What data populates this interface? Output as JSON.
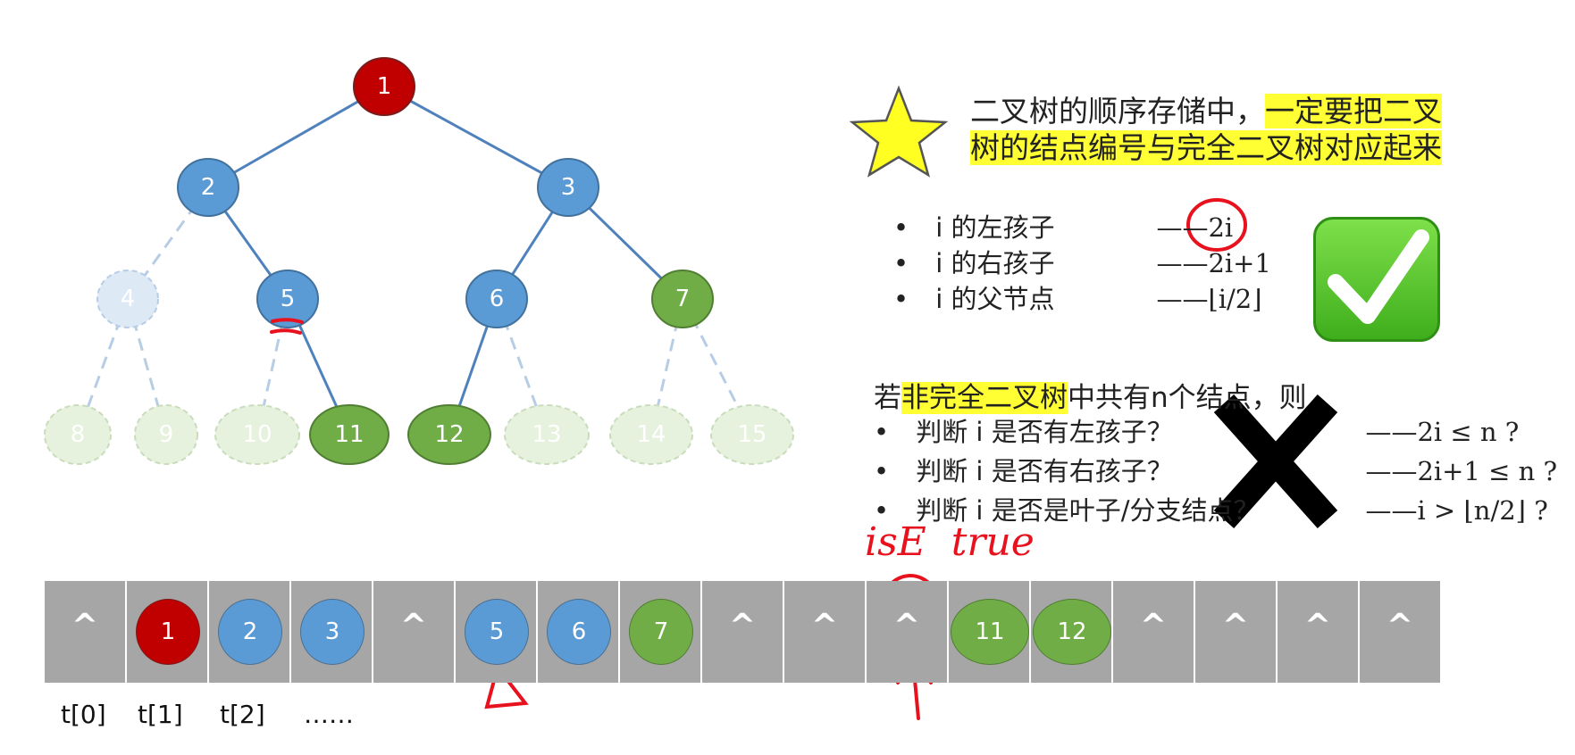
{
  "colors": {
    "red_node": "#c00000",
    "blue_node": "#5b9bd5",
    "green_node": "#70ad47",
    "faded_blue_node": "#dde9f5",
    "faded_green_node": "#e6f2dd",
    "edge": "#4f81bd",
    "highlight": "#ffff33",
    "array_cell": "#a6a6a6",
    "annotation_red": "#e8111e"
  },
  "tree": {
    "nodes": [
      {
        "label": "1",
        "style": "red"
      },
      {
        "label": "2",
        "style": "blue"
      },
      {
        "label": "3",
        "style": "blue"
      },
      {
        "label": "4",
        "style": "faded-blue"
      },
      {
        "label": "5",
        "style": "blue"
      },
      {
        "label": "6",
        "style": "blue"
      },
      {
        "label": "7",
        "style": "green"
      },
      {
        "label": "8",
        "style": "faded-green"
      },
      {
        "label": "9",
        "style": "faded-green"
      },
      {
        "label": "10",
        "style": "faded-green"
      },
      {
        "label": "11",
        "style": "green"
      },
      {
        "label": "12",
        "style": "green"
      },
      {
        "label": "13",
        "style": "faded-green"
      },
      {
        "label": "14",
        "style": "faded-green"
      },
      {
        "label": "15",
        "style": "faded-green"
      }
    ],
    "edges": [
      {
        "from": "1",
        "to": "2",
        "style": "solid"
      },
      {
        "from": "1",
        "to": "3",
        "style": "solid"
      },
      {
        "from": "2",
        "to": "4",
        "style": "dashed"
      },
      {
        "from": "2",
        "to": "5",
        "style": "solid"
      },
      {
        "from": "3",
        "to": "6",
        "style": "solid"
      },
      {
        "from": "3",
        "to": "7",
        "style": "solid"
      },
      {
        "from": "4",
        "to": "8",
        "style": "dashed"
      },
      {
        "from": "4",
        "to": "9",
        "style": "dashed"
      },
      {
        "from": "5",
        "to": "10",
        "style": "dashed"
      },
      {
        "from": "5",
        "to": "11",
        "style": "solid"
      },
      {
        "from": "6",
        "to": "12",
        "style": "solid"
      },
      {
        "from": "6",
        "to": "13",
        "style": "dashed"
      },
      {
        "from": "7",
        "to": "14",
        "style": "dashed"
      },
      {
        "from": "7",
        "to": "15",
        "style": "dashed"
      }
    ]
  },
  "title": {
    "line1_plain": "二叉树的顺序存储中，",
    "line1_highlight": "一定要把二叉",
    "line2_highlight": "树的结点编号与完全二叉树对应起来"
  },
  "star_icon": "star-icon",
  "rules": [
    {
      "bullet": "•",
      "label": "i 的左孩子",
      "formula": "——2i"
    },
    {
      "bullet": "•",
      "label": "i 的右孩子",
      "formula": "——2i+1"
    },
    {
      "bullet": "•",
      "label": "i 的父节点",
      "formula": "——⌊i/2⌋"
    }
  ],
  "check_icon": "check-mark-icon",
  "condition": {
    "prefix": "若",
    "highlight": "非完全二叉树",
    "suffix": "中共有n个结点，则"
  },
  "questions": [
    {
      "bullet": "•",
      "label": "判断 i 是否有左孩子？",
      "formula": "——2i ≤ n ?"
    },
    {
      "bullet": "•",
      "label": "判断 i 是否有右孩子？",
      "formula": "——2i+1 ≤ n ?"
    },
    {
      "bullet": "•",
      "label": "判断 i 是否是叶子/分支结点？",
      "formula": "——i > ⌊n/2⌋ ?"
    }
  ],
  "cross_icon": "cross-icon",
  "annotation": {
    "handwritten": "isE  true"
  },
  "array_cells": [
    {
      "kind": "caret",
      "text": "^"
    },
    {
      "kind": "node",
      "text": "1",
      "style": "red"
    },
    {
      "kind": "node",
      "text": "2",
      "style": "blue"
    },
    {
      "kind": "node",
      "text": "3",
      "style": "blue"
    },
    {
      "kind": "caret",
      "text": "^"
    },
    {
      "kind": "node",
      "text": "5",
      "style": "blue"
    },
    {
      "kind": "node",
      "text": "6",
      "style": "blue"
    },
    {
      "kind": "node",
      "text": "7",
      "style": "green"
    },
    {
      "kind": "caret",
      "text": "^"
    },
    {
      "kind": "caret",
      "text": "^"
    },
    {
      "kind": "caret",
      "text": "^"
    },
    {
      "kind": "node",
      "text": "11",
      "style": "green"
    },
    {
      "kind": "node",
      "text": "12",
      "style": "green"
    },
    {
      "kind": "caret",
      "text": "^"
    },
    {
      "kind": "caret",
      "text": "^"
    },
    {
      "kind": "caret",
      "text": "^"
    },
    {
      "kind": "caret",
      "text": "^"
    }
  ],
  "index_labels": [
    "t[0]",
    "t[1]",
    "t[2]",
    "……"
  ]
}
